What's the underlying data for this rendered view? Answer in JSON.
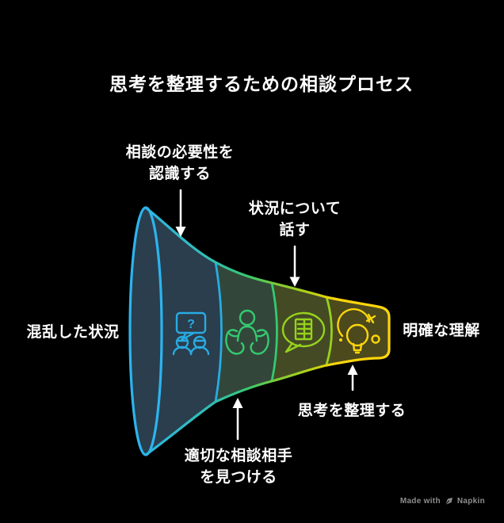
{
  "diagram": {
    "title": "思考を整理するための相談プロセス",
    "input_label": "混乱した状況",
    "output_label": "明確な理解",
    "stages": [
      {
        "label_line1": "相談の必要性を",
        "label_line2": "認識する",
        "icon": "chat-question-people-icon",
        "question_mark": "?",
        "stroke_color": "#29abe2",
        "fill_color": "#2a3e4e"
      },
      {
        "label_line1": "適切な相談相手",
        "label_line2": "を見つける",
        "icon": "open-hands-person-icon",
        "stroke_color": "#35c971",
        "fill_color": "#32473a"
      },
      {
        "label_line1": "状況について",
        "label_line2": "話す",
        "icon": "speech-bubble-document-icon",
        "stroke_color": "#96d21d",
        "fill_color": "#444a24"
      },
      {
        "label_line1": "思考を整理する",
        "label_line2": "",
        "icon": "lightbulb-idea-icon",
        "stroke_color": "#ffd60a",
        "fill_color": "#4c491d"
      }
    ],
    "funnel": {
      "type": "horizontal-funnel",
      "mouth_stroke_color": "#2db4ee",
      "edge_gradient": [
        "#2db4ee",
        "#35c971",
        "#96d21d",
        "#ffd60a"
      ],
      "arrow_color": "#ffffff",
      "background_color": "#000000"
    },
    "watermark": {
      "prefix": "Made with",
      "brand": "Napkin",
      "icon": "napkin-pen-icon",
      "color": "#8d8d8d"
    }
  }
}
